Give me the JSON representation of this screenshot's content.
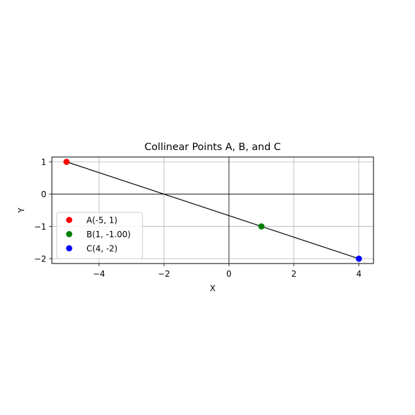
{
  "chart_data": {
    "type": "scatter",
    "title": "Collinear Points A, B, and C",
    "xlabel": "X",
    "ylabel": "Y",
    "xlim": [
      -5.45,
      4.45
    ],
    "ylim": [
      -2.15,
      1.15
    ],
    "xticks": [
      -4,
      -2,
      0,
      2,
      4
    ],
    "xtick_labels": [
      "−4",
      "−2",
      "0",
      "2",
      "4"
    ],
    "yticks": [
      1,
      0,
      -1,
      -2
    ],
    "ytick_labels": [
      "1",
      "0",
      "−1",
      "−2"
    ],
    "grid": true,
    "axis_lines_at_zero": true,
    "legend_position": "lower-left",
    "line": {
      "x": [
        -5,
        4
      ],
      "y": [
        1,
        -2
      ],
      "color": "#000000"
    },
    "series": [
      {
        "name": "A(-5, 1)",
        "x": -5,
        "y": 1,
        "color": "#ff0000"
      },
      {
        "name": "B(1, -1.00)",
        "x": 1,
        "y": -1,
        "color": "#008000"
      },
      {
        "name": "C(4, -2)",
        "x": 4,
        "y": -2,
        "color": "#0000ff"
      }
    ]
  }
}
